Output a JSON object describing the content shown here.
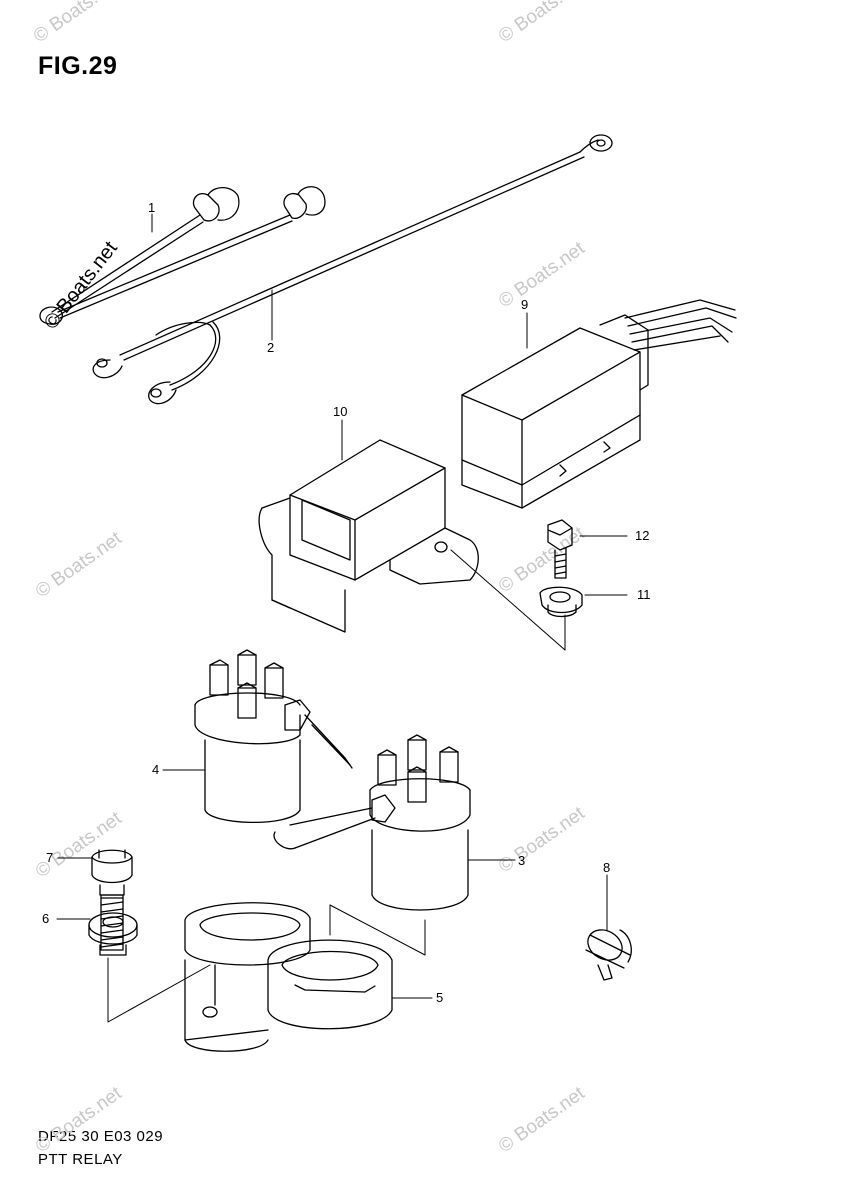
{
  "figure": {
    "title": "FIG.29",
    "model_code": "DF25 30 E03  029",
    "name": "PTT RELAY"
  },
  "watermark": "© Boats.net",
  "callouts": [
    {
      "id": "1",
      "label": "1"
    },
    {
      "id": "2",
      "label": "2"
    },
    {
      "id": "3",
      "label": "3"
    },
    {
      "id": "4",
      "label": "4"
    },
    {
      "id": "5",
      "label": "5"
    },
    {
      "id": "6",
      "label": "6"
    },
    {
      "id": "7",
      "label": "7"
    },
    {
      "id": "8",
      "label": "8"
    },
    {
      "id": "9",
      "label": "9"
    },
    {
      "id": "10",
      "label": "10"
    },
    {
      "id": "11",
      "label": "11"
    },
    {
      "id": "12",
      "label": "12"
    }
  ],
  "colors": {
    "line": "#000000",
    "watermark": "#c8c8c8",
    "background": "#ffffff"
  }
}
